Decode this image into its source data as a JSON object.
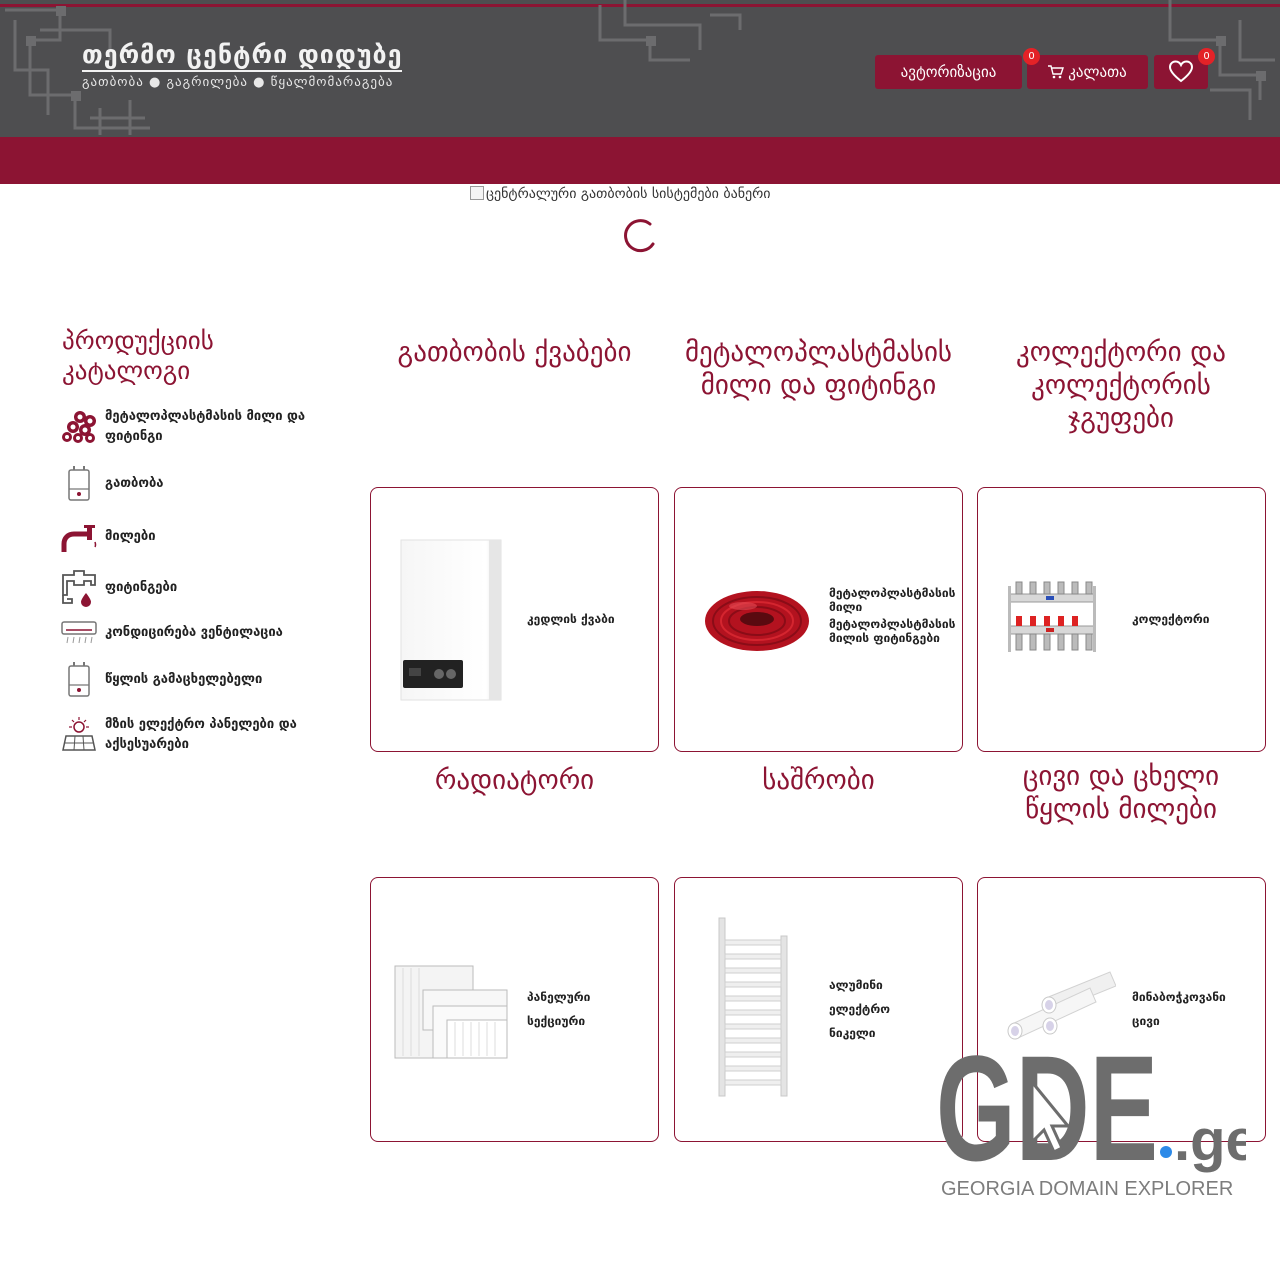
{
  "header": {
    "logo_title": "თერმო ცენტრი დიდუბე",
    "logo_subtitle": "გათბობა ● გაგრილება ● წყალმომარაგება",
    "auth_label": "ავტორიზაცია",
    "cart_label": "კალათა",
    "cart_count": "0",
    "favorites_count": "0"
  },
  "banner": {
    "alt_text": "ცენტრალური გათბობის სისტემები ბანერი"
  },
  "sidebar": {
    "title": "პროდუქციის კატალოგი",
    "items": [
      {
        "label": "მეტალოპლასტმასის მილი და ფიტინგი",
        "icon": "pipes-cluster-icon"
      },
      {
        "label": "გათბობა",
        "icon": "boiler-icon"
      },
      {
        "label": "მილები",
        "icon": "faucet-pipe-icon"
      },
      {
        "label": "ფიტინგები",
        "icon": "fittings-icon"
      },
      {
        "label": "კონდიცირება ვენტილაცია",
        "icon": "air-conditioner-icon"
      },
      {
        "label": "წყლის გამაცხელებელი",
        "icon": "water-heater-icon"
      },
      {
        "label": "მზის ელექტრო პანელები და აქსესუარები",
        "icon": "solar-panel-icon"
      }
    ]
  },
  "catalog": [
    {
      "title": "გათბობის ქვაბები",
      "items": [
        "კედლის ქვაბი"
      ]
    },
    {
      "title": "მეტალოპლასტმასის მილი და ფიტინგი",
      "items": [
        "მეტალოპლასტმასის მილი",
        "მეტალოპლასტმასის მილის ფიტინგები"
      ]
    },
    {
      "title": "კოლექტორი და კოლექტორის ჯგუფები",
      "items": [
        "კოლექტორი"
      ]
    },
    {
      "title": "რადიატორი",
      "items": [
        "პანელური",
        "სექციური"
      ]
    },
    {
      "title": "საშრობი",
      "items": [
        "ალუმინი",
        "ელექტრო",
        "ნიკელი"
      ]
    },
    {
      "title": "ცივი და ცხელი წყლის მილები",
      "items": [
        "მინაბოჭკოვანი",
        "ცივი"
      ]
    }
  ],
  "watermark": {
    "brand": "GDE",
    "tld": ".ge",
    "tagline": "GEORGIA DOMAIN EXPLORER"
  },
  "colors": {
    "accent": "#8c1433",
    "header_bg": "#4e4e50",
    "badge": "#e32227"
  }
}
